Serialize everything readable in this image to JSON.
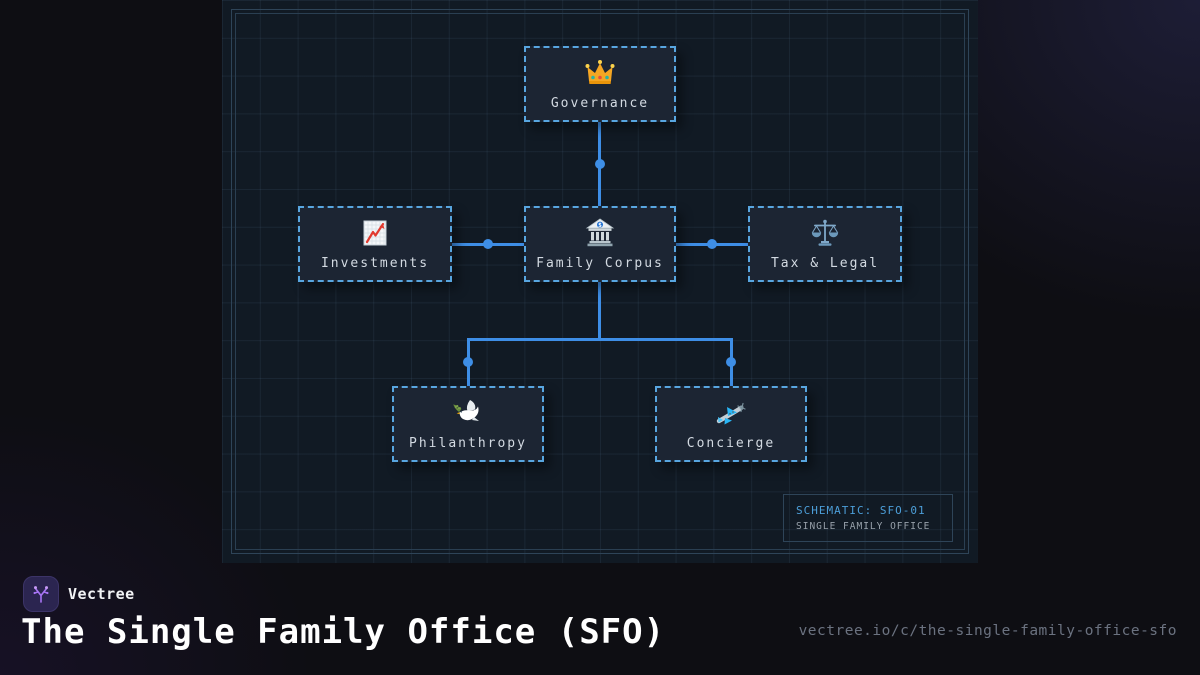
{
  "brand": {
    "name": "Vectree"
  },
  "page": {
    "title": "The Single Family Office (SFO)",
    "url": "vectree.io/c/the-single-family-office-sfo"
  },
  "schematic": {
    "label": "SCHEMATIC: SFO-01",
    "sublabel": "SINGLE FAMILY OFFICE"
  },
  "diagram": {
    "nodes": [
      {
        "id": "governance",
        "label": "Governance",
        "icon": "crown-icon"
      },
      {
        "id": "investments",
        "label": "Investments",
        "icon": "chart-increasing-icon"
      },
      {
        "id": "family-corpus",
        "label": "Family Corpus",
        "icon": "bank-icon"
      },
      {
        "id": "tax-legal",
        "label": "Tax & Legal",
        "icon": "balance-scale-icon"
      },
      {
        "id": "philanthropy",
        "label": "Philanthropy",
        "icon": "dove-icon"
      },
      {
        "id": "concierge",
        "label": "Concierge",
        "icon": "small-airplane-icon"
      }
    ],
    "edges": [
      {
        "from": "governance",
        "to": "family-corpus"
      },
      {
        "from": "investments",
        "to": "family-corpus"
      },
      {
        "from": "family-corpus",
        "to": "tax-legal"
      },
      {
        "from": "family-corpus",
        "to": "philanthropy"
      },
      {
        "from": "family-corpus",
        "to": "concierge"
      }
    ]
  },
  "colors": {
    "background": "#0e0e13",
    "panel": "#111a24",
    "grid_frame": "#2e4458",
    "node_background": "#1c2533",
    "node_border": "#58a6e0",
    "connector": "#3e8ee6",
    "accent_text": "#4c9ed8",
    "muted_text": "#98a1ab",
    "logo_purple": "#a875f5"
  }
}
